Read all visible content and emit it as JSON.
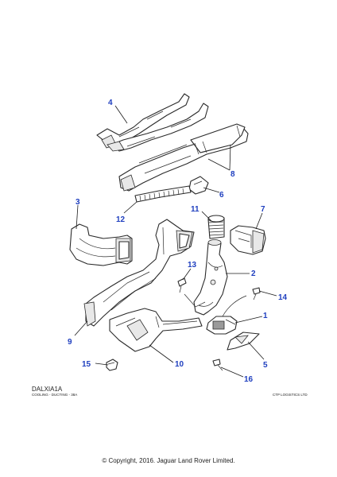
{
  "diagram": {
    "code": "DALXIA1A",
    "subtitle": "COOLING - DUCTING - 38A",
    "vendor": "CTP LOGISTICS LTD",
    "copyright": "© Copyright, 2016. Jaguar Land Rover Limited."
  },
  "callouts": {
    "c1": "1",
    "c2": "2",
    "c3": "3",
    "c4": "4",
    "c5": "5",
    "c6": "6",
    "c7": "7",
    "c8": "8",
    "c9": "9",
    "c10": "10",
    "c11": "11",
    "c12": "12",
    "c13": "13",
    "c14": "14",
    "c15": "15",
    "c16": "16"
  },
  "colors": {
    "callout": "#1f3fbf",
    "line": "#2a2a2a"
  }
}
